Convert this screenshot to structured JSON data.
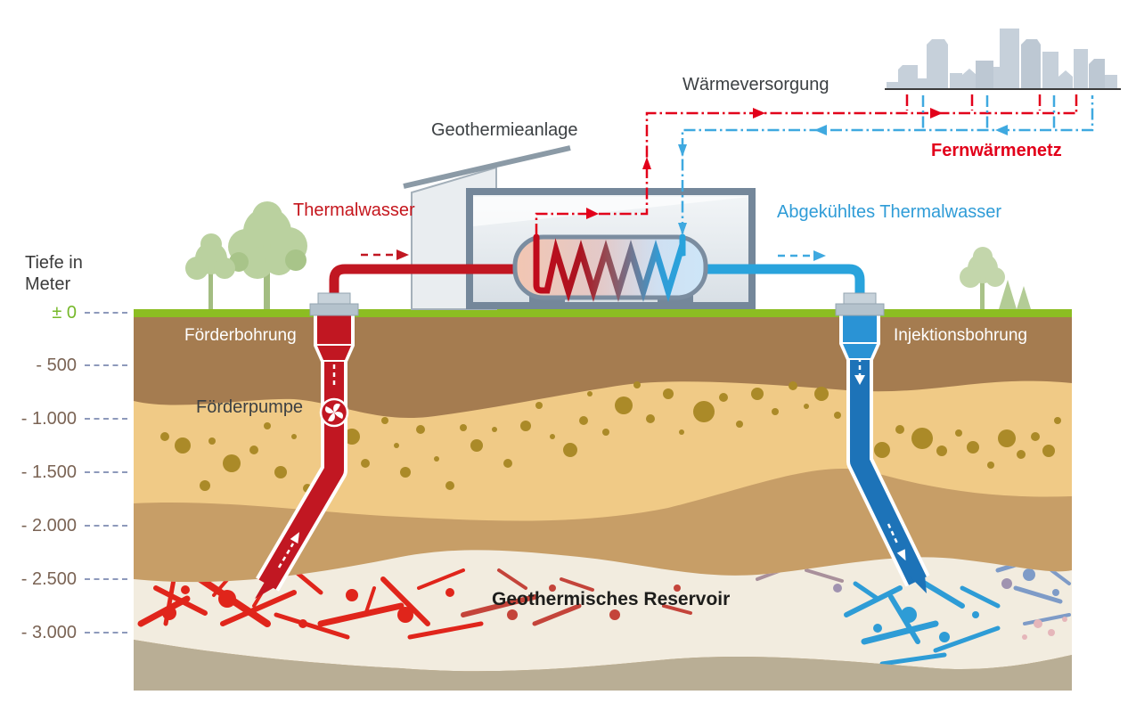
{
  "diagram": {
    "surface": {
      "heat_supply_label": "Wärmeversorgung",
      "plant_label": "Geothermieanlage",
      "district_heating_label": "Fernwärmenetz",
      "hot_water_label": "Thermalwasser",
      "cooled_water_label": "Abgekühltes Thermalwasser"
    },
    "underground": {
      "production_well_label": "Förderbohrung",
      "pump_label": "Förderpumpe",
      "injection_well_label": "Injektionsbohrung",
      "reservoir_label": "Geothermisches Reservoir"
    },
    "depth_scale": {
      "title_line1": "Tiefe in",
      "title_line2": "Meter",
      "ticks": [
        {
          "label": "± 0",
          "depth_m": 0
        },
        {
          "label": "- 500",
          "depth_m": -500
        },
        {
          "label": "- 1.000",
          "depth_m": -1000
        },
        {
          "label": "- 1.500",
          "depth_m": -1500
        },
        {
          "label": "- 2.000",
          "depth_m": -2000
        },
        {
          "label": "- 2.500",
          "depth_m": -2500
        },
        {
          "label": "- 3.000",
          "depth_m": -3000
        }
      ]
    },
    "icons": {
      "pump": "fan-impeller"
    },
    "colors": {
      "hot_line": "#e2001a",
      "cold_line": "#3fa9e0",
      "hot_pipe": "#c11722",
      "cold_pipe": "#2a93d5",
      "grass": "#8cbd22",
      "topsoil": "#a57c50",
      "sandstone": "#f0ca86",
      "sand_dots": "#ab8a28",
      "rock": "#c79e67",
      "reservoir_rock": "#f2ecdf",
      "bedrock": "#b9ae95",
      "city": "#c6d0da",
      "tree": "#bad19f",
      "depth_zero": "#76b82a",
      "depth_text": "#7a6354"
    }
  }
}
